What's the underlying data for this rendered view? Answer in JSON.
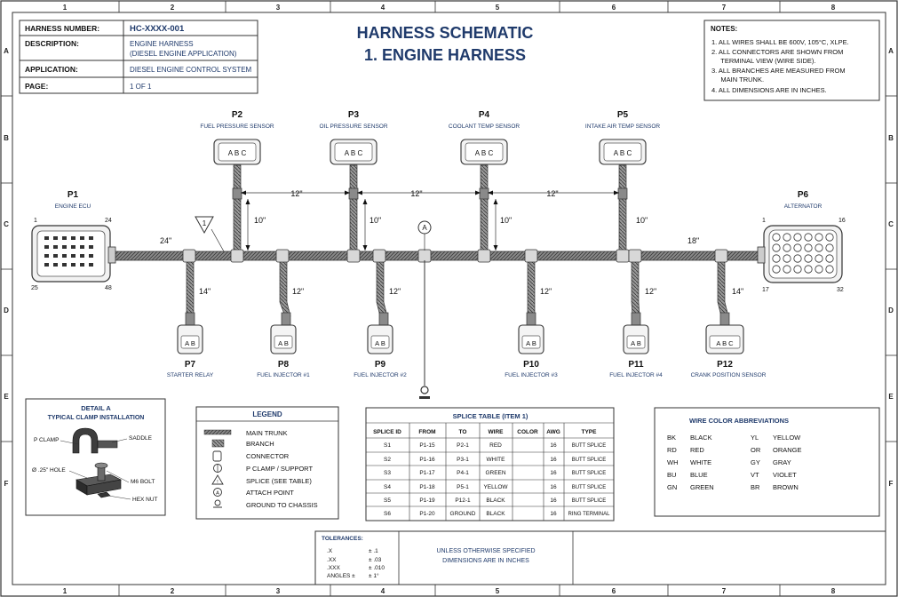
{
  "title": {
    "line1": "HARNESS SCHEMATIC",
    "line2": "1. ENGINE HARNESS"
  },
  "title_block": {
    "harness_number_label": "HARNESS NUMBER:",
    "harness_number": "HC-XXXX-001",
    "description_label": "DESCRIPTION:",
    "description_1": "ENGINE HARNESS",
    "description_2": "(DIESEL ENGINE APPLICATION)",
    "application_label": "APPLICATION:",
    "application": "DIESEL ENGINE CONTROL SYSTEM",
    "page_label": "PAGE:",
    "page": "1 OF 1"
  },
  "notes": {
    "title": "NOTES:",
    "lines": [
      "1.  ALL WIRES SHALL BE 600V, 105°C, XLPE.",
      "2.  ALL CONNECTORS ARE SHOWN FROM",
      "     TERMINAL VIEW (WIRE SIDE).",
      "3.  ALL BRANCHES ARE MEASURED FROM",
      "     MAIN TRUNK.",
      "4.  ALL DIMENSIONS ARE IN INCHES."
    ]
  },
  "grid": {
    "columns": [
      "1",
      "2",
      "3",
      "4",
      "5",
      "6",
      "7",
      "8"
    ],
    "rows": [
      "A",
      "B",
      "C",
      "D",
      "E",
      "F"
    ]
  },
  "connectors": {
    "p1": {
      "id": "P1",
      "name": "ENGINE ECU",
      "pin_tl": "1",
      "pin_tr": "24",
      "pin_bl": "25",
      "pin_br": "48"
    },
    "p6": {
      "id": "P6",
      "name": "ALTERNATOR",
      "pin_tl": "1",
      "pin_tr": "16",
      "pin_bl": "17",
      "pin_br": "32"
    },
    "p2": {
      "id": "P2",
      "name": "FUEL PRESSURE SENSOR",
      "pins": "A B C"
    },
    "p3": {
      "id": "P3",
      "name": "OIL PRESSURE SENSOR",
      "pins": "A B C"
    },
    "p4": {
      "id": "P4",
      "name": "COOLANT TEMP SENSOR",
      "pins": "A B C"
    },
    "p5": {
      "id": "P5",
      "name": "INTAKE AIR TEMP SENSOR",
      "pins": "A B C"
    },
    "p7": {
      "id": "P7",
      "name": "STARTER RELAY",
      "pins": "A B"
    },
    "p8": {
      "id": "P8",
      "name": "FUEL INJECTOR #1",
      "pins": "A B"
    },
    "p9": {
      "id": "P9",
      "name": "FUEL INJECTOR #2",
      "pins": "A B"
    },
    "p10": {
      "id": "P10",
      "name": "FUEL INJECTOR #3",
      "pins": "A B"
    },
    "p11": {
      "id": "P11",
      "name": "FUEL INJECTOR #4",
      "pins": "A B"
    },
    "p12": {
      "id": "P12",
      "name": "CRANK POSITION SENSOR",
      "pins": "A B C"
    }
  },
  "dimensions": {
    "trunk_left": "24\"",
    "trunk_right": "18\"",
    "top_spacing_1": "12\"",
    "top_spacing_2": "12\"",
    "top_spacing_3": "12\"",
    "p2_branch": "10\"",
    "p3_branch": "10\"",
    "p4_branch": "10\"",
    "p5_branch": "10\"",
    "p7_branch": "14\"",
    "p8_branch": "12\"",
    "p9_branch": "12\"",
    "p10_branch": "12\"",
    "p11_branch": "12\"",
    "p12_branch": "14\""
  },
  "callouts": {
    "note_flag": "1",
    "attach_point": "A"
  },
  "detail": {
    "title_1": "DETAIL A",
    "title_2": "TYPICAL CLAMP INSTALLATION",
    "p_clamp": "P CLAMP",
    "saddle": "SADDLE",
    "hole": "Ø .25\" HOLE",
    "bolt": "M6 BOLT",
    "nut": "HEX NUT"
  },
  "legend": {
    "title": "LEGEND",
    "items": [
      "MAIN TRUNK",
      "BRANCH",
      "CONNECTOR",
      "P CLAMP / SUPPORT",
      "SPLICE (SEE TABLE)",
      "ATTACH POINT",
      "GROUND TO CHASSIS"
    ]
  },
  "splice_table": {
    "title": "SPLICE TABLE (ITEM 1)",
    "headers": [
      "SPLICE ID",
      "FROM",
      "TO",
      "WIRE",
      "COLOR",
      "AWG",
      "TYPE"
    ],
    "rows": [
      [
        "S1",
        "P1-15",
        "P2-1",
        "RED",
        "",
        "16",
        "BUTT SPLICE"
      ],
      [
        "S2",
        "P1-16",
        "P3-1",
        "WHITE",
        "",
        "16",
        "BUTT SPLICE"
      ],
      [
        "S3",
        "P1-17",
        "P4-1",
        "GREEN",
        "",
        "16",
        "BUTT SPLICE"
      ],
      [
        "S4",
        "P1-18",
        "P5-1",
        "YELLOW",
        "",
        "16",
        "BUTT SPLICE"
      ],
      [
        "S5",
        "P1-19",
        "P12-1",
        "BLACK",
        "",
        "16",
        "BUTT SPLICE"
      ],
      [
        "S6",
        "P1-20",
        "GROUND",
        "BLACK",
        "",
        "16",
        "RING TERMINAL"
      ]
    ]
  },
  "wire_colors": {
    "title": "WIRE COLOR ABBREVIATIONS",
    "left": [
      [
        "BK",
        "BLACK"
      ],
      [
        "RD",
        "RED"
      ],
      [
        "WH",
        "WHITE"
      ],
      [
        "BU",
        "BLUE"
      ],
      [
        "GN",
        "GREEN"
      ]
    ],
    "right": [
      [
        "YL",
        "YELLOW"
      ],
      [
        "OR",
        "ORANGE"
      ],
      [
        "GY",
        "GRAY"
      ],
      [
        "VT",
        "VIOLET"
      ],
      [
        "BR",
        "BROWN"
      ]
    ]
  },
  "tolerances": {
    "title": "TOLERANCES:",
    "rows": [
      [
        ".X",
        "± .1"
      ],
      [
        ".XX",
        "± .03"
      ],
      [
        ".XXX",
        "± .010"
      ],
      [
        "ANGLES  ±",
        "± 1°"
      ]
    ]
  },
  "unless_note": {
    "line1": "UNLESS OTHERWISE SPECIFIED",
    "line2": "DIMENSIONS ARE IN INCHES"
  }
}
